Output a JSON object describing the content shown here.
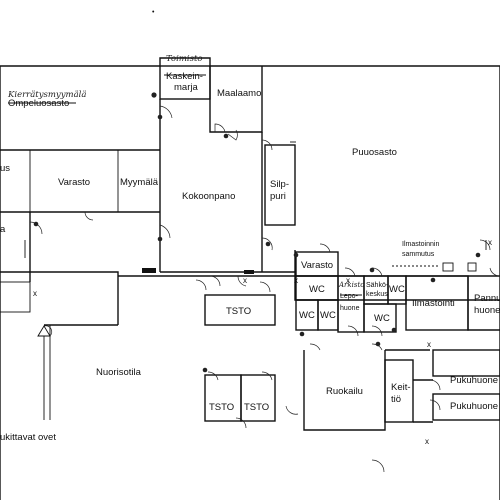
{
  "header_dot": "•",
  "rooms": {
    "toimisto": "Toimisto",
    "kaskeinmarja_line1": "Kaskein-",
    "kaskeinmarja_line2": "marja",
    "maalaamo": "Maalaamo",
    "kierratysmyymala": "Kierrätysmyymälä",
    "ompeluosasto": "Ompeluosasto",
    "us": "us",
    "varasto_left": "Varasto",
    "myymala": "Myymälä",
    "kokoonpano": "Kokoonpano",
    "silppuri_line1": "Silp-",
    "silppuri_line2": "puri",
    "puuosasto": "Puuosasto",
    "a_left": "a",
    "ilmastoinnin_sammutus_line1": "Ilmastoinnin",
    "ilmastoinnin_sammutus_line2": "sammutus",
    "varasto_mid": "Varasto",
    "wc_top": "WC",
    "arkisto": "Arkisto",
    "lepohuone_line1": "Lepo-",
    "lepohuone_line2": "huone",
    "sahkokeskus_line1": "Sähkö-",
    "sahkokeskus_line2": "keskus",
    "wc_right": "WC",
    "wc_bottom_left": "WC",
    "wc_bottom_mid": "WC",
    "wc_bottom_right": "WC",
    "ilmastointi": "Ilmastointi",
    "pannuhuone_line1": "Pannu",
    "pannuhuone_line2": "huone",
    "tsto_mid": "TSTO",
    "nuorisotila": "Nuorisotila",
    "tsto_low_left": "TSTO",
    "tsto_low_right": "TSTO",
    "ruokailu": "Ruokailu",
    "keittio_line1": "Keit-",
    "keittio_line2": "tiö",
    "pukuhuone_top": "Pukuhuone",
    "pukuhuone_bottom": "Pukuhuone"
  },
  "legend": {
    "lukittavat_ovet": "ukittavat ovet"
  },
  "markers": {
    "x": "x"
  }
}
